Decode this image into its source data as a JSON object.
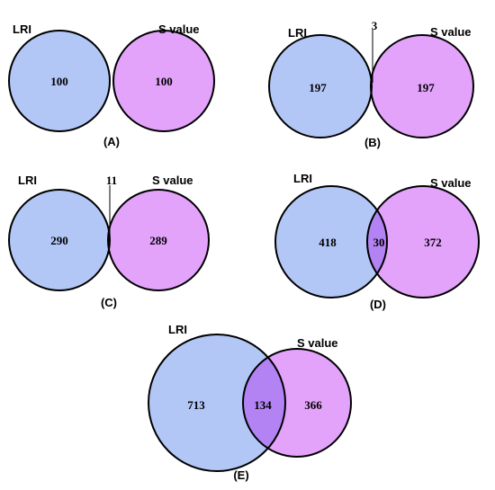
{
  "colors": {
    "left_fill": "#b3c7f7",
    "right_fill": "#e3a3fb",
    "overlap_fill": "#b383f3",
    "stroke": "#000000"
  },
  "panels": [
    {
      "label": "(A)",
      "left_name": "LRI",
      "right_name": "S value",
      "left_count": "100",
      "right_count": "100",
      "overlap_count": ""
    },
    {
      "label": "(B)",
      "left_name": "LRI",
      "right_name": "S value",
      "left_count": "197",
      "right_count": "197",
      "overlap_count": "3"
    },
    {
      "label": "(C)",
      "left_name": "LRI",
      "right_name": "S value",
      "left_count": "290",
      "right_count": "289",
      "overlap_count": "11"
    },
    {
      "label": "(D)",
      "left_name": "LRI",
      "right_name": "S value",
      "left_count": "418",
      "right_count": "372",
      "overlap_count": "30"
    },
    {
      "label": "(E)",
      "left_name": "LRI",
      "right_name": "S value",
      "left_count": "713",
      "right_count": "366",
      "overlap_count": "134"
    }
  ]
}
